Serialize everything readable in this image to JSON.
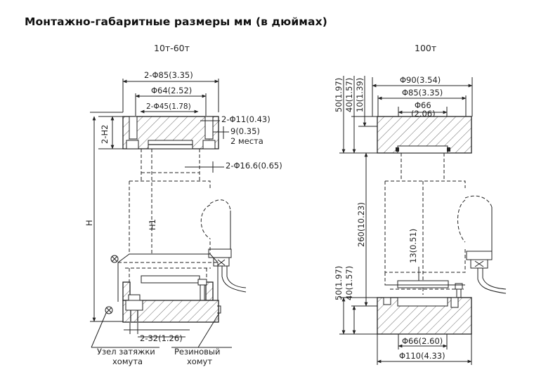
{
  "title": "Монтажно-габаритные размеры мм (в дюймах)",
  "left": {
    "caption": "10т-60т",
    "d85": "2-Φ85(3.35)",
    "d64": "Φ64(2.52)",
    "d45": "2-Φ45(1.78)",
    "d11": "2-Φ11(0.43)",
    "d9": "9(0.35)",
    "places": "2 места",
    "d16": "2-Φ16.6(0.65)",
    "h2": "2-H2",
    "h": "H",
    "h1": "H1",
    "d32": "2-32(1.26)",
    "clamp_node_1": "Узел затяжки",
    "clamp_node_2": "хомута",
    "rubber_1": "Резиновый",
    "rubber_2": "хомут"
  },
  "right": {
    "caption": "100т",
    "d90": "Φ90(3.54)",
    "d85": "Φ85(3.35)",
    "d66top_1": "Φ66",
    "d66top_2": "(2.06)",
    "v50top": "50(1.97)",
    "v40top": "40(1.57)",
    "v10": "10(1.39)",
    "v260": "260(10.23)",
    "v13": "13(0.51)",
    "v50bot": "50(1.97)",
    "v40bot": "40(1.57)",
    "d66bot": "Φ66(2.60)",
    "d110": "Φ110(4.33)"
  }
}
